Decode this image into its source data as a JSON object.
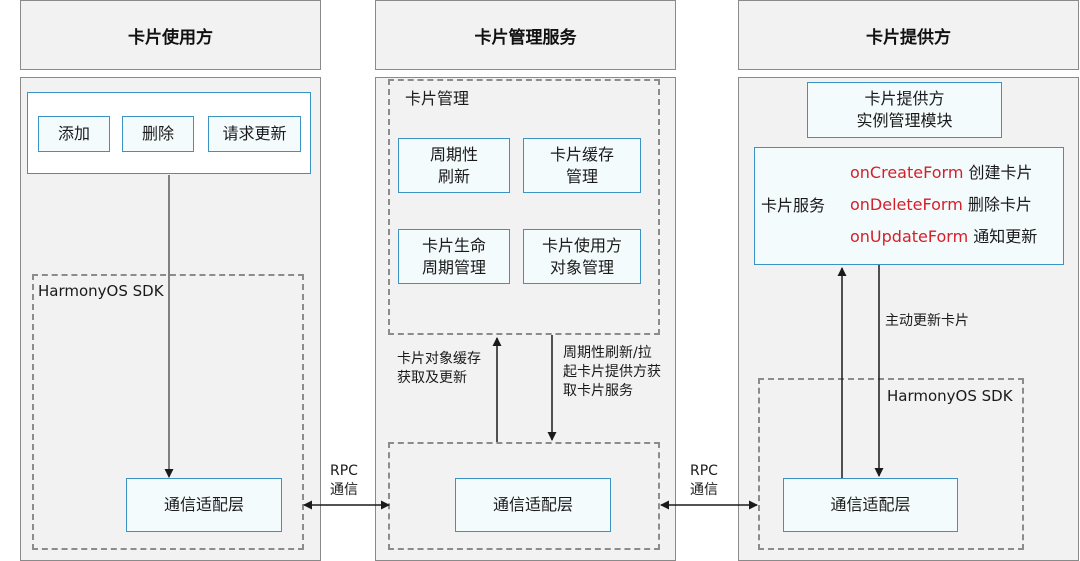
{
  "columns": {
    "user": {
      "title": "卡片使用方",
      "buttons": [
        "添加",
        "删除",
        "请求更新"
      ],
      "sdk_label": "HarmonyOS SDK",
      "adapter": "通信适配层"
    },
    "manager": {
      "title": "卡片管理服务",
      "group_label": "卡片管理",
      "modules": [
        "周期性\n刷新",
        "卡片缓存\n管理",
        "卡片生命\n周期管理",
        "卡片使用方\n对象管理"
      ],
      "up_label": "卡片对象缓存\n获取及更新",
      "down_label": "周期性刷新/拉\n起卡片提供方获\n取卡片服务",
      "adapter": "通信适配层"
    },
    "provider": {
      "title": "卡片提供方",
      "instance_box": "卡片提供方\n实例管理模块",
      "service_label": "卡片服务",
      "forms": [
        {
          "method": "onCreateForm",
          "desc": "创建卡片"
        },
        {
          "method": "onDeleteForm",
          "desc": "删除卡片"
        },
        {
          "method": "onUpdateForm",
          "desc": "通知更新"
        }
      ],
      "active_update_label": "主动更新卡片",
      "sdk_label": "HarmonyOS SDK",
      "adapter": "通信适配层"
    }
  },
  "rpc_links": [
    "RPC\n通信",
    "RPC\n通信"
  ],
  "colors": {
    "border_blue": "#3a93c3",
    "method_red": "#d4202a",
    "column_bg": "#f2f2f2"
  }
}
